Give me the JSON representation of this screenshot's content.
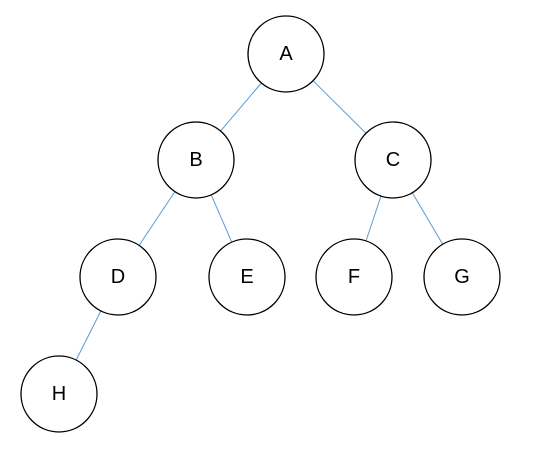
{
  "tree": {
    "nodes": [
      {
        "id": "A",
        "label": "A"
      },
      {
        "id": "B",
        "label": "B"
      },
      {
        "id": "C",
        "label": "C"
      },
      {
        "id": "D",
        "label": "D"
      },
      {
        "id": "E",
        "label": "E"
      },
      {
        "id": "F",
        "label": "F"
      },
      {
        "id": "G",
        "label": "G"
      },
      {
        "id": "H",
        "label": "H"
      }
    ],
    "edges": [
      {
        "from": "A",
        "to": "B"
      },
      {
        "from": "A",
        "to": "C"
      },
      {
        "from": "B",
        "to": "D"
      },
      {
        "from": "B",
        "to": "E"
      },
      {
        "from": "C",
        "to": "F"
      },
      {
        "from": "C",
        "to": "G"
      },
      {
        "from": "D",
        "to": "H"
      }
    ],
    "colors": {
      "edge": "#5b9bd5",
      "node_stroke": "#000000",
      "node_fill": "#ffffff"
    }
  }
}
